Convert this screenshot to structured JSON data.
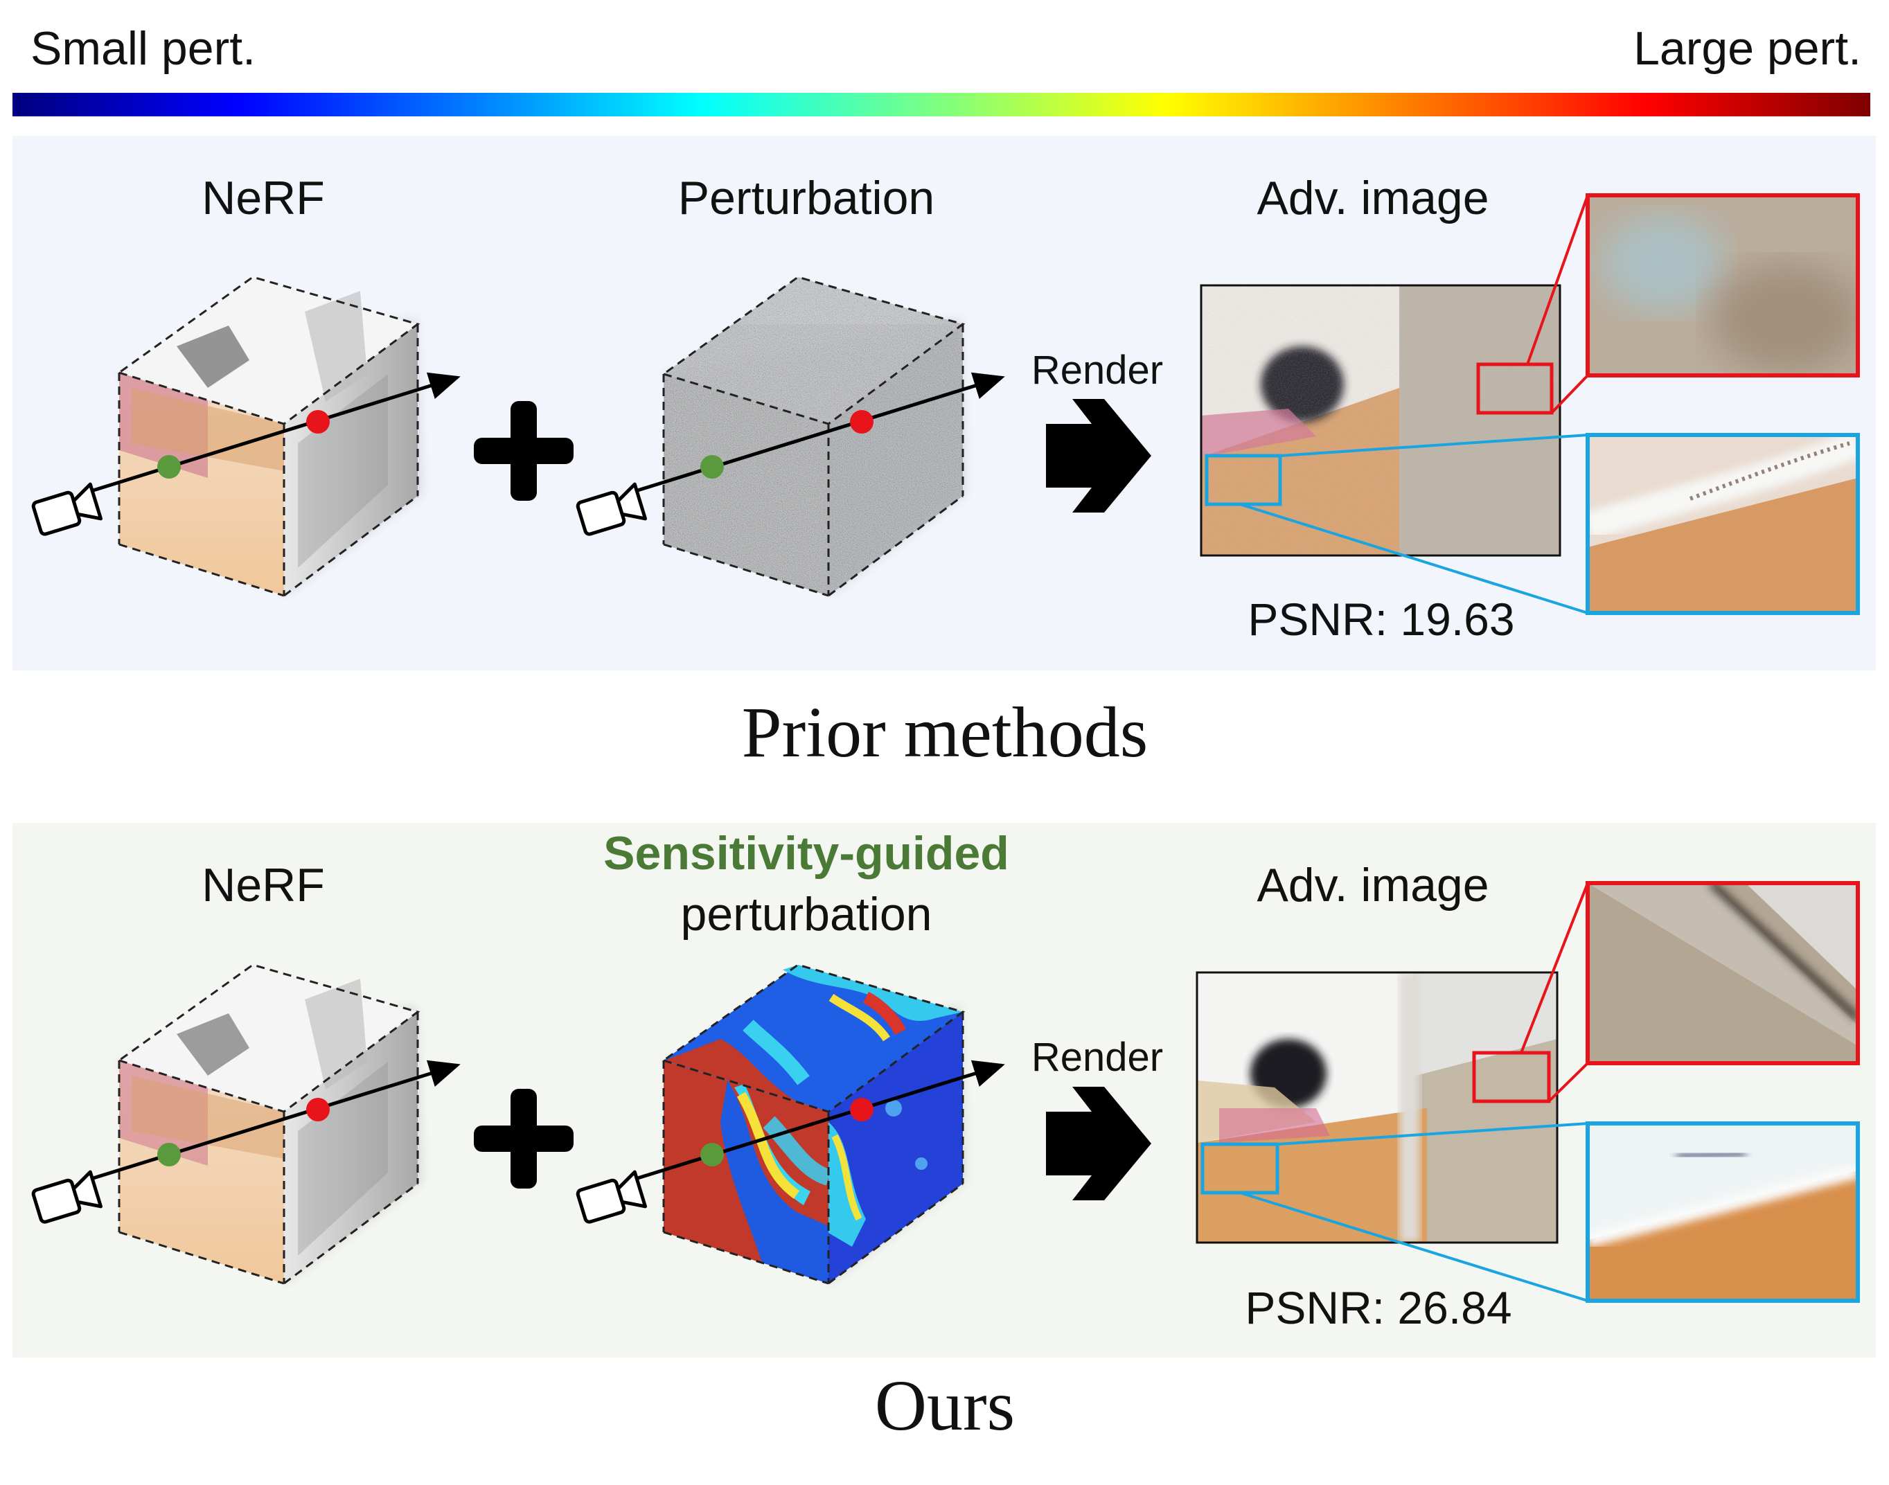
{
  "legend": {
    "small_label": "Small pert.",
    "large_label": "Large pert."
  },
  "top_row": {
    "nerf_label": "NeRF",
    "perturbation_label": "Perturbation",
    "adv_label": "Adv. image",
    "render_label": "Render",
    "psnr": "PSNR: 19.63",
    "section_title": "Prior methods"
  },
  "bottom_row": {
    "nerf_label": "NeRF",
    "perturbation_highlight": "Sensitivity-guided",
    "perturbation_label": "perturbation",
    "adv_label": "Adv. image",
    "render_label": "Render",
    "psnr": "PSNR: 26.84",
    "section_title": "Ours"
  },
  "colors": {
    "highlight": "#4b7a36",
    "zoom_red": "#e8141b",
    "zoom_blue": "#1aa5e0",
    "point_entry": "#5a9a3c",
    "point_exit": "#e8141b"
  }
}
